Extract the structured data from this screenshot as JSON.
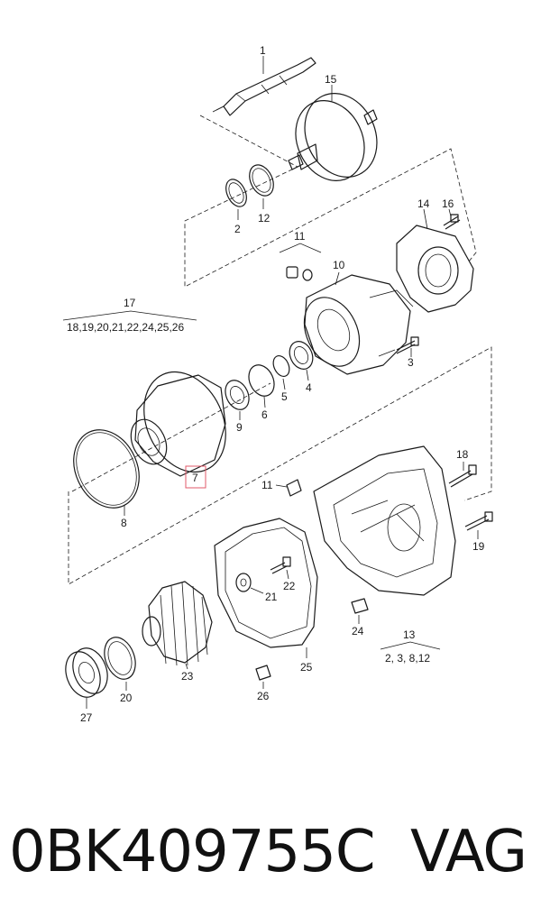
{
  "callouts": {
    "c1": "1",
    "c15": "15",
    "c2": "2",
    "c12": "12",
    "c14": "14",
    "c16": "16",
    "c11a": "11",
    "c10": "10",
    "c17": "17",
    "c17_list": "18,19,20,21,22,24,25,26",
    "c3": "3",
    "c9": "9",
    "c6": "6",
    "c5": "5",
    "c4": "4",
    "c7": "7",
    "c8": "8",
    "c11b": "11",
    "c18": "18",
    "c19": "19",
    "c21": "21",
    "c22": "22",
    "c24": "24",
    "c13": "13",
    "c13_list": "2, 3, 8,12",
    "c23": "23",
    "c25": "25",
    "c26": "26",
    "c20": "20",
    "c27": "27"
  },
  "colors": {
    "line": "#1a1a1a",
    "highlight": "#e05a6a"
  },
  "footer": {
    "part_number": "0BK409755C",
    "brand": "VAG"
  }
}
